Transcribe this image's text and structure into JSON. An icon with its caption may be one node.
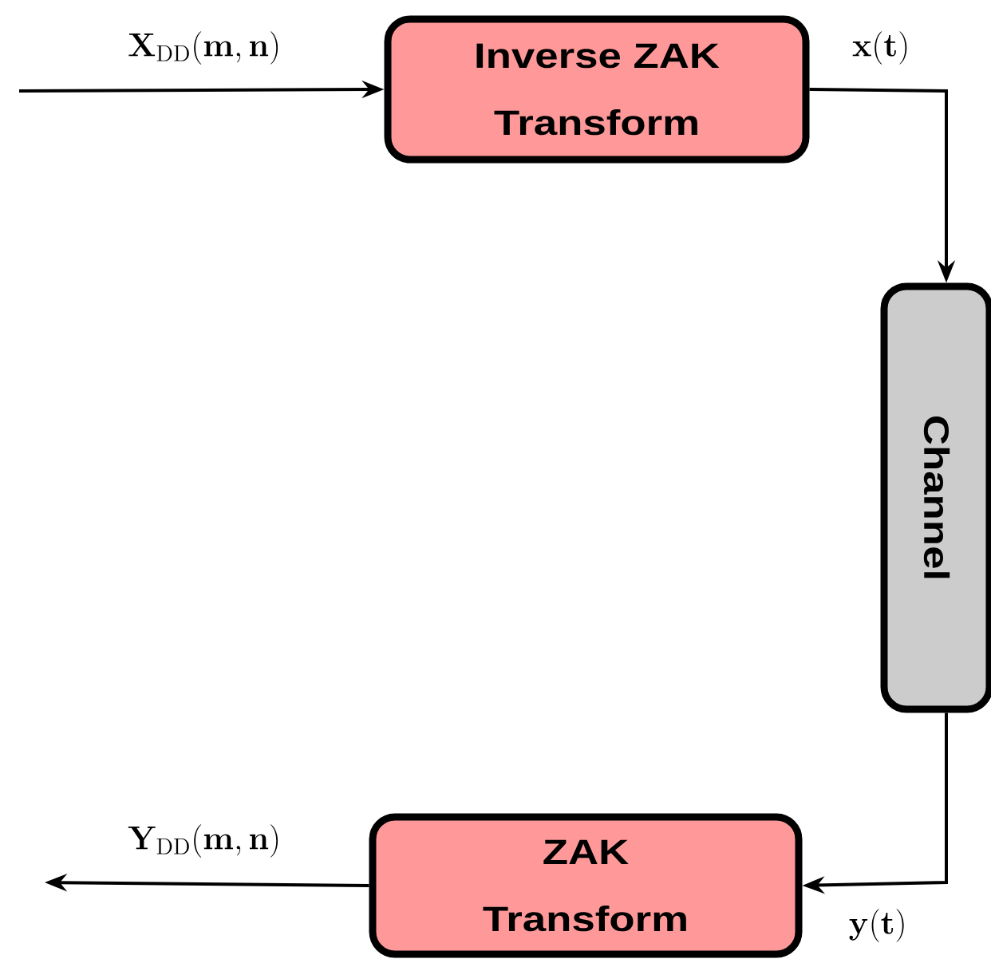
{
  "diagram": {
    "nodes": [
      {
        "text": [
          "Inverse ZAK Transform"
        ]
      },
      {
        "text": [
          "Channel"
        ]
      },
      {
        "text": [
          "ZAK Transform"
        ]
      }
    ],
    "edges": [
      {
        "from": null,
        "to": 0,
        "arrow": "to",
        "label": "\\mathbf{X}_{\\mathrm{DD}}(\\mathbf{m},\\mathbf{n})"
      },
      {
        "from": 0,
        "to": 1,
        "arrow": "to",
        "label": "\\mathbf{x}(\\mathbf{t})"
      },
      {
        "from": 1,
        "to": 2,
        "arrow": "to",
        "label": "\\mathbf{y}(\\mathbf{t})"
      },
      {
        "from": 2,
        "to": null,
        "arrow": "to",
        "label": "\\mathbf{Y}_{\\mathrm{DD}}(\\mathbf{m},\\mathbf{n})"
      }
    ]
  }
}
